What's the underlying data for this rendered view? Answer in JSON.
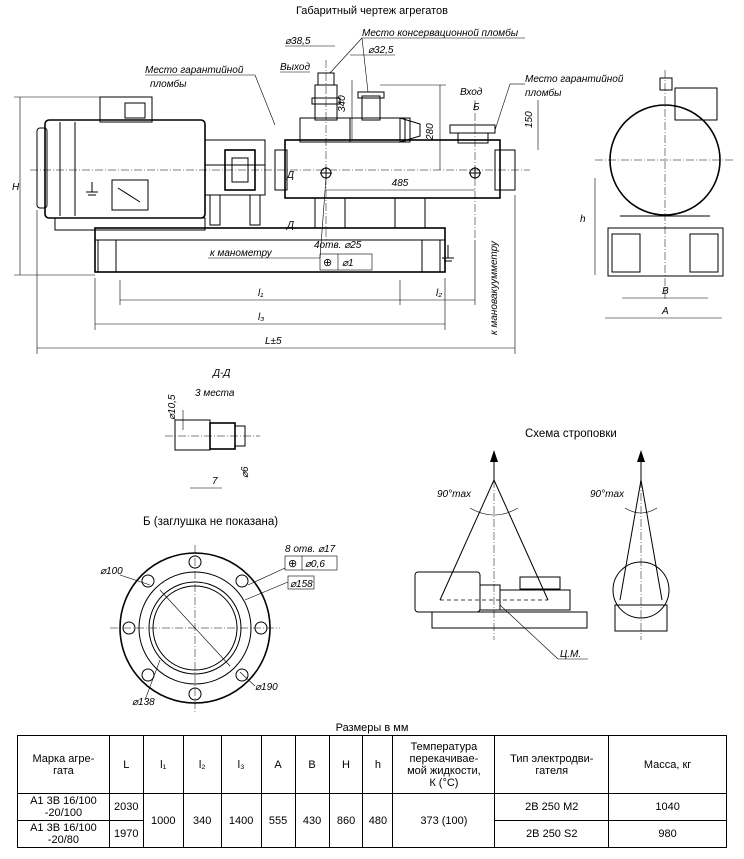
{
  "titles": {
    "main": "Габаритный чертеж агрегатов",
    "section_dd": "Д-Д",
    "section_dd_note": "3 места",
    "view_b": "Б (заглушка не показана)",
    "rigging": "Схема строповки",
    "table_caption": "Размеры в мм"
  },
  "labels": {
    "outlet": "Выход",
    "inlet": "Вход",
    "conservation_seal": "Место консервационной пломбы",
    "warranty_seal_left": "Место гарантийной\nпломбы",
    "warranty_seal_right": "Место гарантийной\nпломбы",
    "to_manometer": "к манометру",
    "to_manovacuummeter": "к мановакуумметру",
    "cm": "Ц.М.",
    "angle_max": "90°max",
    "holes_4": "4отв. ⌀25",
    "tol_4": "⌀1",
    "holes_8": "8 отв. ⌀17",
    "tol_8": "⌀0,6",
    "mark_d": "Д",
    "mark_b": "Б"
  },
  "dims": {
    "d385": "⌀38,5",
    "d325": "⌀32,5",
    "d340": "340",
    "d280": "280",
    "d150": "150",
    "d485": "485",
    "H": "H",
    "h": "h",
    "l1": "l₁",
    "l2": "l₂",
    "l3": "l₃",
    "L": "L±5",
    "A": "A",
    "B": "B",
    "d105": "⌀10,5",
    "d6": "⌀6",
    "d7": "7",
    "d100": "⌀100",
    "d158": "⌀158",
    "d190": "⌀190",
    "d138": "⌀138"
  },
  "table": {
    "headers": [
      "Марка агре-\nгата",
      "L",
      "l₁",
      "l₂",
      "l₃",
      "A",
      "B",
      "H",
      "h",
      "Температура\nперекачивае-\nмой жидкости,\nК (°С)",
      "Тип электродви-\nгателя",
      "Масса, кг"
    ],
    "rows": [
      {
        "model": "А1 3В 16/100\n-20/100",
        "L": "2030",
        "motor": "2В 250 М2",
        "mass": "1040"
      },
      {
        "model": "А1 3В 16/100\n-20/80",
        "L": "1970",
        "motor": "2В 250 S2",
        "mass": "980"
      }
    ],
    "shared": {
      "l1": "1000",
      "l2": "340",
      "l3": "1400",
      "A": "555",
      "B": "430",
      "H": "860",
      "h": "480",
      "temp": "373 (100)"
    }
  }
}
